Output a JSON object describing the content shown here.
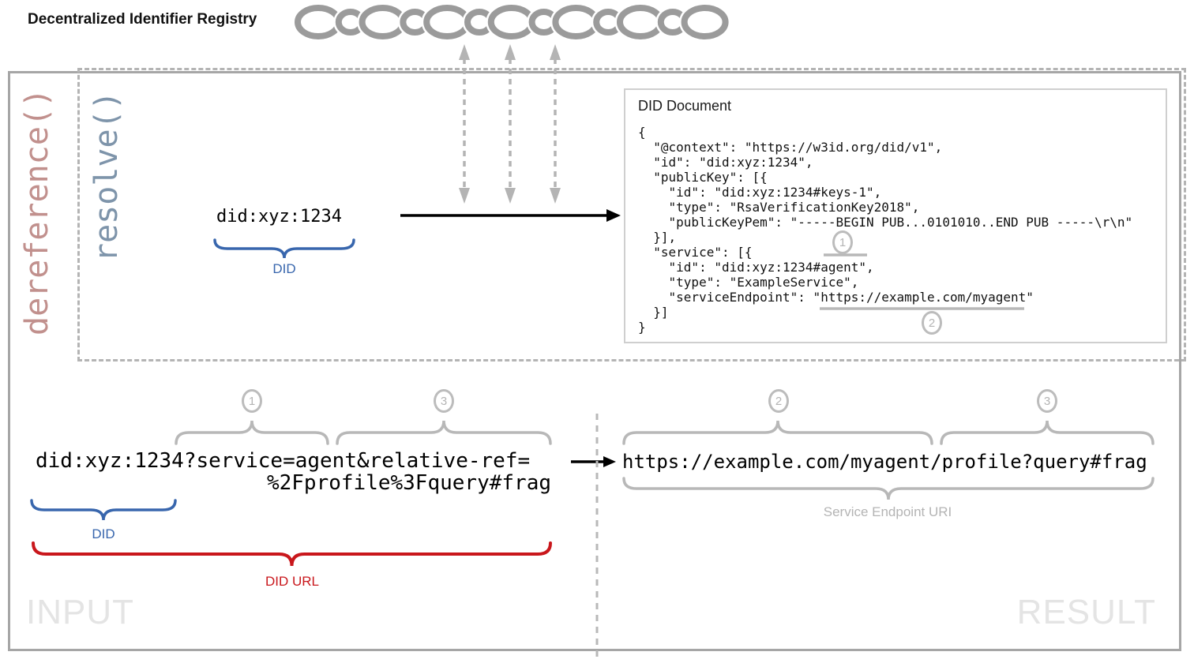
{
  "registry": {
    "label": "Decentralized Identifier Registry"
  },
  "functions": {
    "dereference_label": "dereference()",
    "resolve_label": "resolve()"
  },
  "resolve_section": {
    "did": "did:xyz:1234",
    "did_brace_label": "DID"
  },
  "did_document": {
    "title": "DID Document",
    "lines": [
      "{",
      "  \"@context\": \"https://w3id.org/did/v1\",",
      "  \"id\": \"did:xyz:1234\",",
      "  \"publicKey\": [{",
      "    \"id\": \"did:xyz:1234#keys-1\",",
      "    \"type\": \"RsaVerificationKey2018\",",
      "    \"publicKeyPem\": \"-----BEGIN PUB...0101010..END PUB -----\\r\\n\"",
      "  }],",
      "  \"service\": [{",
      "    \"id\": \"did:xyz:1234#agent\",",
      "    \"type\": \"ExampleService\",",
      "    \"serviceEndpoint\": \"https://example.com/myagent\"",
      "  }]",
      "}"
    ],
    "markers": {
      "service_ref": "1",
      "endpoint_ref": "2"
    }
  },
  "input_section": {
    "did_url_line1": "did:xyz:1234?service=agent&relative-ref=",
    "did_url_line2": "%2Fprofile%3Fquery#frag",
    "markers": {
      "service_param": "1",
      "relative_ref_param": "3"
    },
    "did_brace_label": "DID",
    "did_url_brace_label": "DID URL",
    "zone_label": "INPUT"
  },
  "result_section": {
    "uri": "https://example.com/myagent/profile?query#frag",
    "markers": {
      "endpoint": "2",
      "relative_ref": "3"
    },
    "endpoint_brace_label": "Service Endpoint URI",
    "zone_label": "RESULT"
  },
  "colors": {
    "did_accent": "#3866ad",
    "did_url_accent": "#c9171c",
    "dereference_accent": "#c1908d",
    "resolve_accent": "#7e94aa",
    "muted_gray": "#b8b8b8",
    "chain_gray": "#9b9b9b"
  }
}
